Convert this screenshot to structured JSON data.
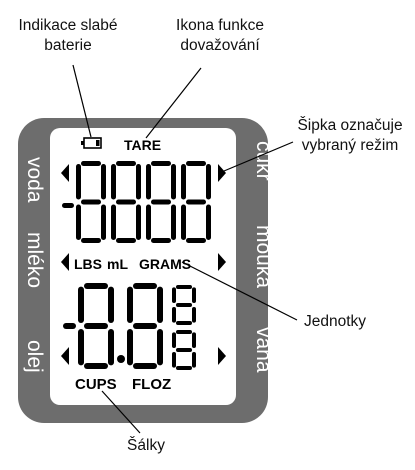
{
  "callouts": {
    "battery_line1": "Indikace slabé",
    "battery_line2": "baterie",
    "tare_line1": "Ikona funkce",
    "tare_line2": "dovažování",
    "arrow_line1": "Šipka označuje",
    "arrow_line2": "vybraný režim",
    "units": "Jednotky",
    "cups": "Šálky"
  },
  "side_labels": {
    "left": [
      "voda",
      "mléko",
      "olej"
    ],
    "right": [
      "cukr",
      "mouka",
      "váha"
    ]
  },
  "lcd": {
    "tare": "TARE",
    "units": [
      "LBS",
      "mL",
      "GRAMS"
    ],
    "cups_units": [
      "CUPS",
      "FLOZ"
    ],
    "upper_digits": "-8888",
    "lower_digits": "-8.8"
  },
  "colors": {
    "frame": "#6d6d6d",
    "screen": "#ffffff",
    "ink": "#000000"
  }
}
